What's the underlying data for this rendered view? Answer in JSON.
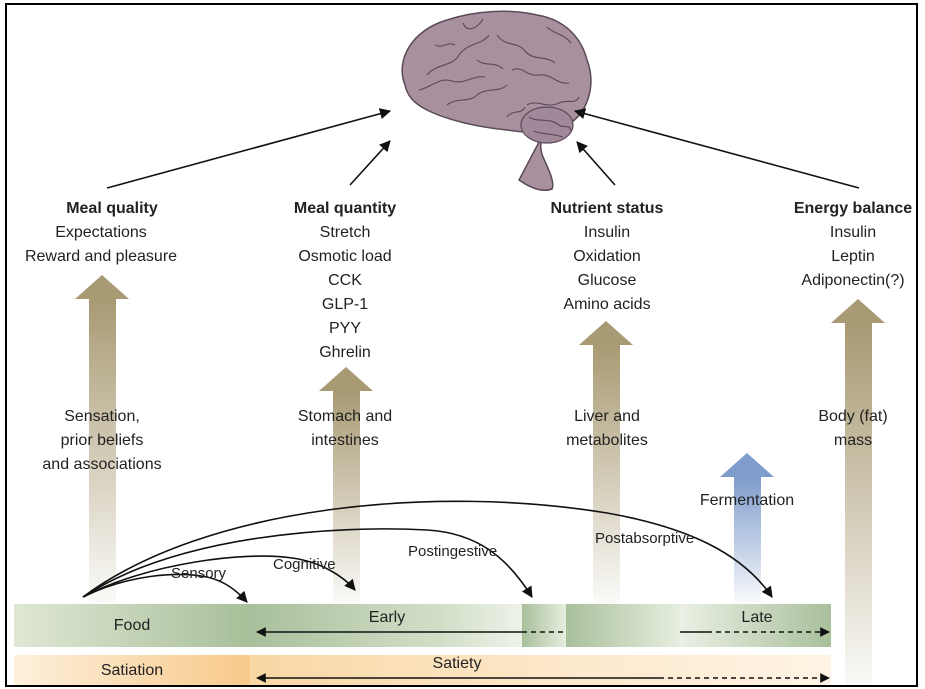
{
  "columns": {
    "meal_quality": {
      "heading": "Meal quality",
      "items": [
        "Expectations",
        "Reward and pleasure"
      ],
      "source": [
        "Sensation,",
        "prior beliefs",
        "and associations"
      ]
    },
    "meal_quantity": {
      "heading": "Meal quantity",
      "items": [
        "Stretch",
        "Osmotic load",
        "CCK",
        "GLP-1",
        "PYY",
        "Ghrelin"
      ],
      "source": [
        "Stomach and",
        "intestines"
      ]
    },
    "nutrient_status": {
      "heading": "Nutrient status",
      "items": [
        "Insulin",
        "Oxidation",
        "Glucose",
        "Amino acids"
      ],
      "source": [
        "Liver and",
        "metabolites"
      ]
    },
    "energy_balance": {
      "heading": "Energy balance",
      "items": [
        "Insulin",
        "Leptin",
        "Adiponectin(?)"
      ],
      "source": [
        "Body (fat)",
        "mass"
      ]
    }
  },
  "fermentation": "Fermentation",
  "phases": {
    "sensory": "Sensory",
    "cognitive": "Cognitive",
    "postingestive": "Postingestive",
    "postabsorptive": "Postabsorptive"
  },
  "timeline": {
    "food": "Food",
    "early": "Early",
    "late": "Late",
    "satiation": "Satiation",
    "satiety": "Satiety"
  },
  "colors": {
    "tan_arrow": "#a89a73",
    "blue_arrow": "#7e9ccc",
    "green_band": "#a8bf99",
    "orange_band": "#f7c98a",
    "brain": "#a8909f"
  }
}
